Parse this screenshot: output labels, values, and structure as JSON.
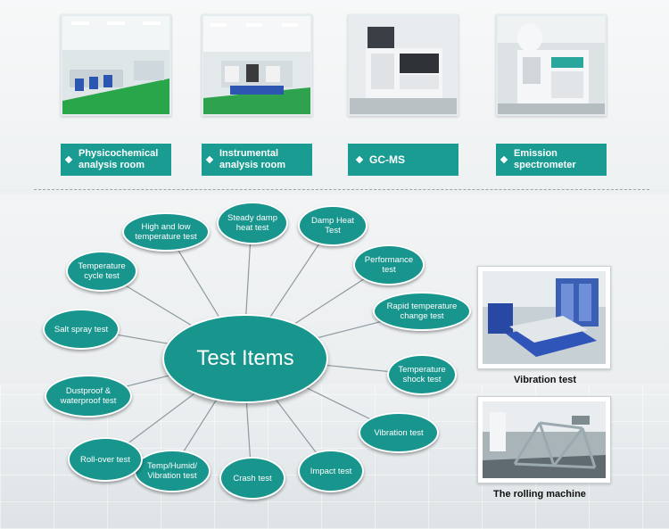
{
  "labs": [
    {
      "label": "Physicochemical\nanalysis room"
    },
    {
      "label": "Instrumental\nanalysis room"
    },
    {
      "label": "GC-MS"
    },
    {
      "label": "Emission\nspectrometer"
    }
  ],
  "diagram": {
    "center": "Test Items",
    "items": [
      "High and low\ntemperature test",
      "Steady damp\nheat test",
      "Damp Heat\nTest",
      "Performance\ntest",
      "Rapid temperature\nchange test",
      "Temperature\nshock test",
      "Vibration test",
      "Impact test",
      "Crash test",
      "Temp/Humid/\nVibration test",
      "Roll-over test",
      "Dustproof &\nwaterproof test",
      "Salt spray test",
      "Temperature\ncycle test"
    ]
  },
  "photos": {
    "vibration_caption": "Vibration test",
    "rolling_caption": "The rolling machine"
  },
  "colors": {
    "teal": "#1a9c93",
    "bubble": "#18958d"
  }
}
